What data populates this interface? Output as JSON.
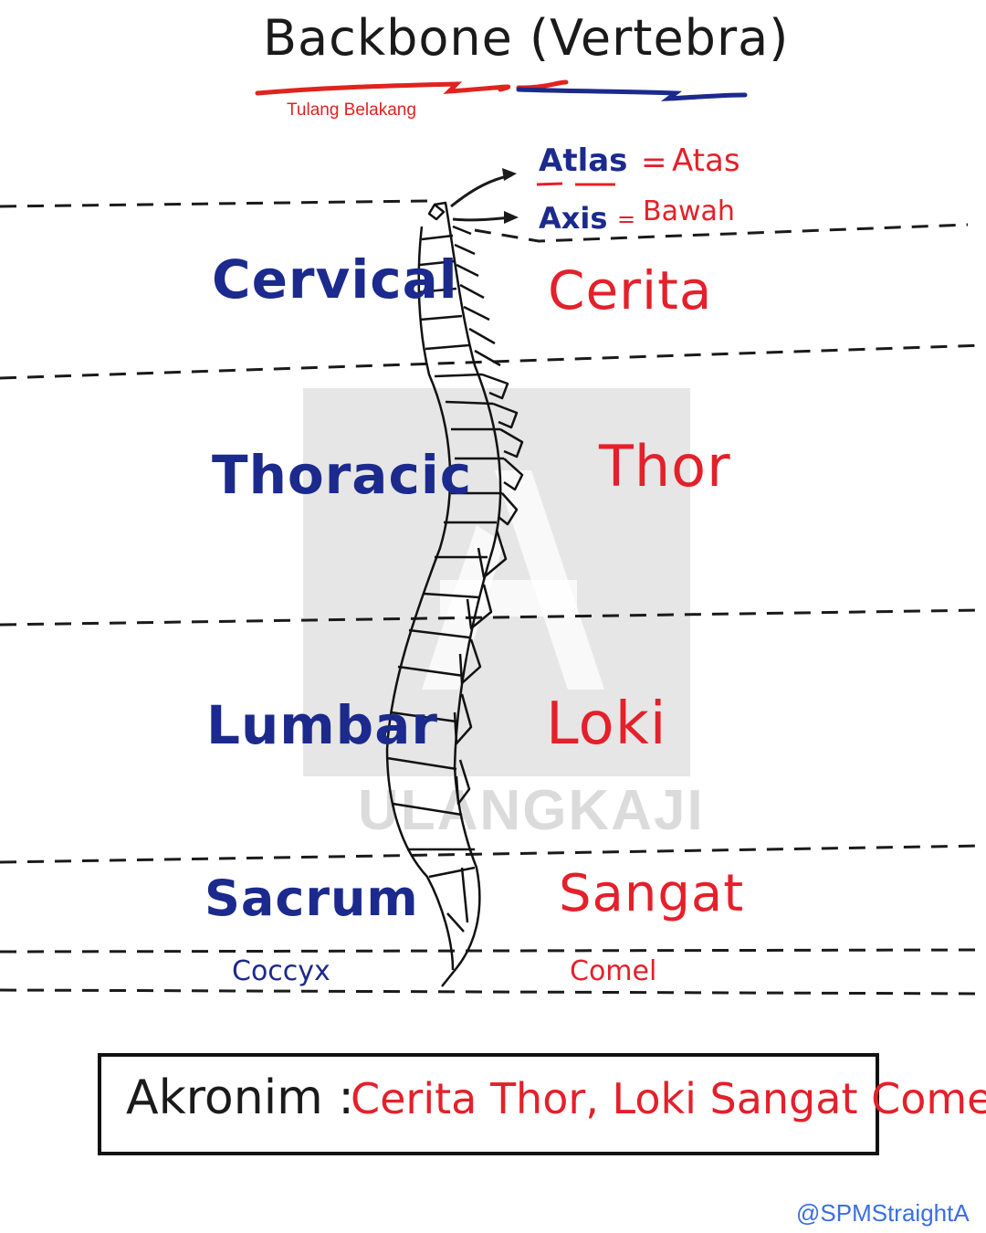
{
  "title": "Backbone (Vertebra)",
  "subtitle": "Tulang Belakang",
  "top_labels": {
    "atlas": "Atlas",
    "atlas_eq": "=",
    "atlas_meaning": "Atas",
    "axis": "Axis",
    "axis_eq": "=",
    "axis_meaning": "Bawah"
  },
  "regions": [
    {
      "name": "Cervical",
      "mnemonic": "Cerita"
    },
    {
      "name": "Thoracic",
      "mnemonic": "Thor"
    },
    {
      "name": "Lumbar",
      "mnemonic": "Loki"
    },
    {
      "name": "Sacrum",
      "mnemonic": "Sangat"
    },
    {
      "name": "Coccyx",
      "mnemonic": "Comel"
    }
  ],
  "akronim": {
    "label": "Akronim :",
    "value": "Cerita Thor, Loki Sangat Comel"
  },
  "watermark": "ULANGKAJI",
  "handle": "@SPMStraightA",
  "colors": {
    "blue": "#1b2a8c",
    "red": "#e4202a",
    "handle": "#3a6fe0"
  }
}
